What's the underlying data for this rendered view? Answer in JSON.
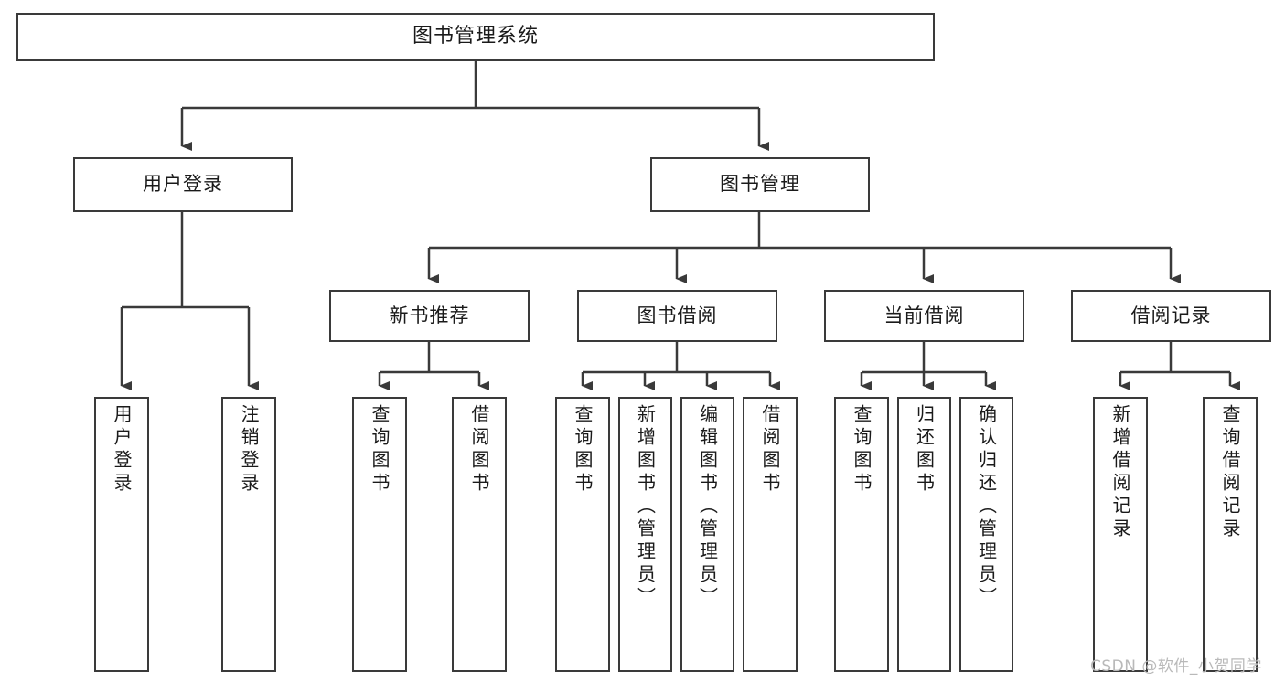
{
  "diagram": {
    "type": "tree-hierarchy",
    "title": "图书管理系统",
    "root": {
      "label": "图书管理系统",
      "orientation": "horizontal"
    },
    "level2": [
      {
        "label": "用户登录",
        "orientation": "horizontal"
      },
      {
        "label": "图书管理",
        "orientation": "horizontal"
      }
    ],
    "level3": [
      {
        "label": "新书推荐",
        "orientation": "horizontal",
        "parent": "图书管理"
      },
      {
        "label": "图书借阅",
        "orientation": "horizontal",
        "parent": "图书管理"
      },
      {
        "label": "当前借阅",
        "orientation": "horizontal",
        "parent": "图书管理"
      },
      {
        "label": "借阅记录",
        "orientation": "horizontal",
        "parent": "图书管理"
      }
    ],
    "leaves": [
      {
        "label": "用户登录",
        "parent": "用户登录",
        "orientation": "vertical"
      },
      {
        "label": "注销登录",
        "parent": "用户登录",
        "orientation": "vertical"
      },
      {
        "label": "查询图书",
        "parent": "新书推荐",
        "orientation": "vertical"
      },
      {
        "label": "借阅图书",
        "parent": "新书推荐",
        "orientation": "vertical"
      },
      {
        "label": "查询图书",
        "parent": "图书借阅",
        "orientation": "vertical"
      },
      {
        "label": "新增图书（管理员）",
        "parent": "图书借阅",
        "orientation": "vertical"
      },
      {
        "label": "编辑图书（管理员）",
        "parent": "图书借阅",
        "orientation": "vertical"
      },
      {
        "label": "借阅图书",
        "parent": "图书借阅",
        "orientation": "vertical"
      },
      {
        "label": "查询图书",
        "parent": "当前借阅",
        "orientation": "vertical"
      },
      {
        "label": "归还图书",
        "parent": "当前借阅",
        "orientation": "vertical"
      },
      {
        "label": "确认归还（管理员）",
        "parent": "当前借阅",
        "orientation": "vertical"
      },
      {
        "label": "新增借阅记录",
        "parent": "借阅记录",
        "orientation": "vertical"
      },
      {
        "label": "查询借阅记录",
        "parent": "借阅记录",
        "orientation": "vertical"
      }
    ],
    "colors": {
      "stroke": "#3a3a3a",
      "box_fill": "#ffffff",
      "text": "#1a1a1a",
      "background": "#ffffff",
      "watermark": "#b9b9b9"
    }
  },
  "watermark": {
    "text": "CSDN @软件_小贺同学"
  }
}
